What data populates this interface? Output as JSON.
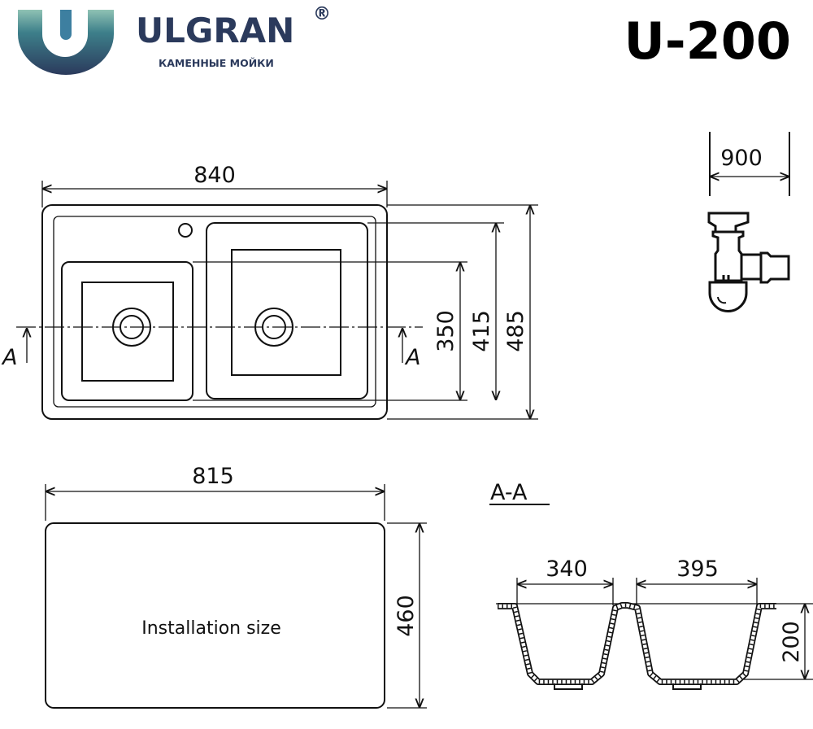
{
  "logo": {
    "brand": "ULGRAN",
    "registered": "®",
    "tagline": "КАМЕННЫЕ МОЙКИ",
    "color": "#2b3a5c"
  },
  "model": "U-200",
  "top_view": {
    "width": "840",
    "dim_350": "350",
    "dim_415": "415",
    "dim_485": "485",
    "section_mark_left": "A",
    "section_mark_right": "A"
  },
  "siphon": {
    "dim": "900"
  },
  "installation": {
    "width": "815",
    "height": "460",
    "label": "Installation size"
  },
  "section": {
    "title": "A-A",
    "left_bowl": "340",
    "right_bowl": "395",
    "depth": "200"
  }
}
